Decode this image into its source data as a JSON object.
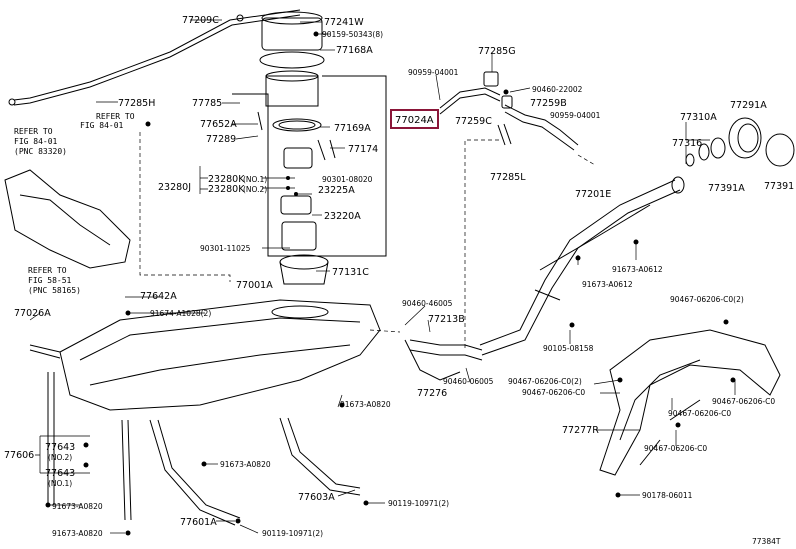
{
  "colors": {
    "highlight_box": "#8a1538",
    "line": "#000000",
    "background": "#ffffff"
  },
  "diagram_code": "77384T",
  "highlighted_part": "77024A",
  "refs": [
    {
      "line1": "REFER TO",
      "line2": "FIG 84-01",
      "line3": "(PNC 83320)"
    },
    {
      "line1": "REFER TO",
      "line2": "FIG 58-51",
      "line3": "(PNC 58165)"
    },
    {
      "line1": "REFER TO",
      "line2": "FIG 84-01",
      "line3": ""
    }
  ],
  "labels": [
    "77209C",
    "77241W",
    "90159-50343(8)",
    "77168A",
    "77285G",
    "90959-04001",
    "90460-22002",
    "77259B",
    "90959-04001",
    "77285H",
    "77785",
    "77652A",
    "77289",
    "77169A",
    "77174",
    "77259C",
    "77310A",
    "77291A",
    "77316",
    "77391A",
    "77391",
    "77285L",
    "77201E",
    "23280K",
    "23280K",
    "(NO.1)",
    "(NO.2)",
    "23280J",
    "90301-08020",
    "23225A",
    "23220A",
    "90301-11025",
    "77131C",
    "91673-A0612",
    "91673-A0612",
    "77001A",
    "77642A",
    "91674-A1028(2)",
    "90460-46005",
    "77213B",
    "77026A",
    "90105-08158",
    "90467-06206-C0(2)",
    "90460-06005",
    "77276",
    "90467-06206-C0(2)",
    "90467-06206-C0",
    "91673-A0820",
    "90467-06206-C0",
    "90467-06206-C0",
    "77277R",
    "90467-06206-C0",
    "77643",
    "(NO.2)",
    "77643",
    "(NO.1)",
    "77606",
    "91673-A0820",
    "77603A",
    "91673-A0820",
    "90119-10971(2)",
    "91673-A0820",
    "77601A",
    "90119-10971(2)",
    "90178-06011"
  ]
}
